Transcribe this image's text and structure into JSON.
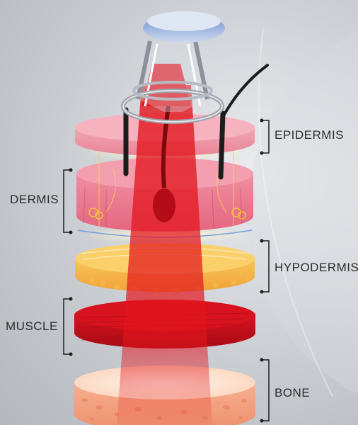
{
  "layers": [
    {
      "id": "epidermis",
      "label": "EPIDERMIS"
    },
    {
      "id": "dermis",
      "label": "DERMIS"
    },
    {
      "id": "hypodermis",
      "label": "HYPODERMIS"
    },
    {
      "id": "muscle",
      "label": "MUSCLE"
    },
    {
      "id": "bone",
      "label": "BONE"
    }
  ],
  "colors": {
    "epidermis": "#f0a0ae",
    "dermis": "#ee7e94",
    "hypodermis": "#f5b445",
    "muscle": "#c8101c",
    "bone": "#f3a585",
    "beam": "#e3141c",
    "device_cap": "#8aa6d6"
  }
}
